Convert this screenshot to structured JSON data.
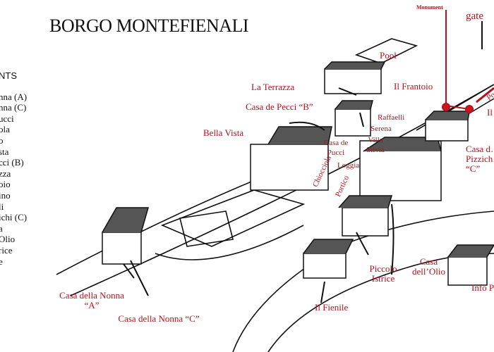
{
  "title": "BORGO MONTEFIENALI",
  "legend": {
    "header": "NTS",
    "items": [
      "nna (A)",
      "nna (C)",
      "ucci",
      "ola",
      "o",
      "sta",
      "cci (B)",
      "zza",
      "oio",
      "ino",
      "li",
      "ichi (C)",
      "a",
      "Olio",
      "rice",
      "e"
    ]
  },
  "labels": {
    "monument": "Monument",
    "gate": "gate",
    "pool": "Pool",
    "la_terrazza": "La Terrazza",
    "il_frantoio": "Il Frantoio",
    "casa_pecci_b": "Casa de Pecci “B”",
    "raffaelli": "Raffaelli",
    "serena": "Serena",
    "villa_silvia": "Villa Silvia",
    "bella_vista": "Bella Vista",
    "casa_de_pucci": "Casa de Pucci",
    "loggia": "Loggia",
    "chiocciola": "Chiocciola",
    "portico": "Portico",
    "il_right": "Il",
    "po_right": "Po",
    "casa_pizzichi": "Casa d… Pizzich… “C”",
    "casa_nonna_a": "Casa della Nonna “A”",
    "casa_nonna_c": "Casa della Nonna “C”",
    "piccolo_istrice": "Piccolo Istrice",
    "casa_olio": "Casa dell’Olio",
    "il_fienile": "Il Fienile",
    "info": "Info P"
  },
  "colors": {
    "label": "#b3121c",
    "ink": "#111111"
  }
}
